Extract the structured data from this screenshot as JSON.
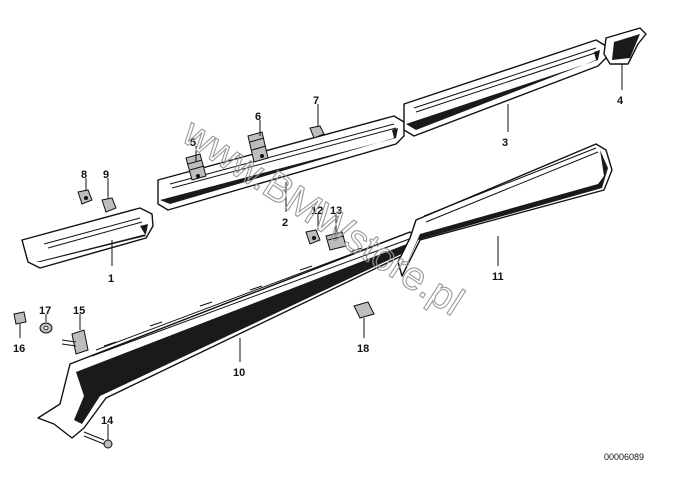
{
  "diagram": {
    "watermark": "www.BMWstore.pl",
    "drawing_code": "00006089",
    "callouts": [
      "1",
      "2",
      "3",
      "4",
      "5",
      "6",
      "7",
      "8",
      "9",
      "10",
      "11",
      "12",
      "13",
      "14",
      "15",
      "16",
      "17",
      "18"
    ]
  }
}
